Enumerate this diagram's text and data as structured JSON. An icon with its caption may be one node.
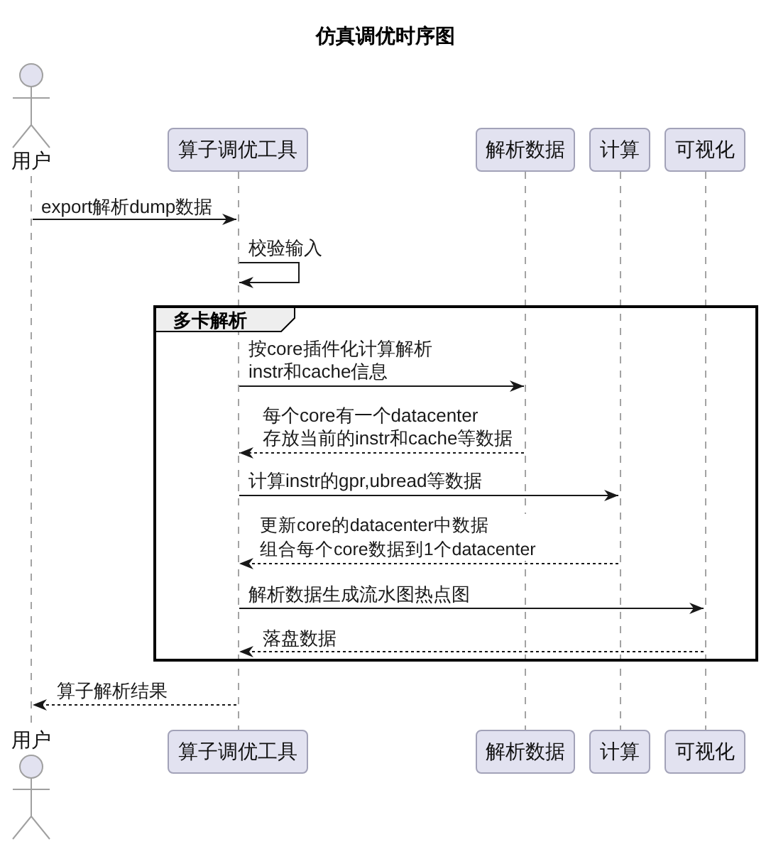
{
  "diagram": {
    "title": "仿真调优时序图",
    "nodes": [
      {
        "text": [
          "用户"
        ]
      },
      {
        "text": [
          "算子调优工具"
        ]
      },
      {
        "text": [
          "解析数据"
        ]
      },
      {
        "text": [
          "计算"
        ]
      },
      {
        "text": [
          "可视化"
        ]
      },
      {
        "text": [],
        "shape": "line"
      },
      {
        "text": [],
        "shape": "line"
      },
      {
        "text": [],
        "shape": "line"
      },
      {
        "text": [],
        "shape": "line"
      },
      {
        "text": [],
        "shape": "line"
      },
      {
        "text": [
          "多卡解析"
        ]
      },
      {
        "text": [
          "用户"
        ]
      },
      {
        "text": [
          "算子调优工具"
        ]
      },
      {
        "text": [
          "解析数据"
        ]
      },
      {
        "text": [
          "计算"
        ]
      },
      {
        "text": [
          "可视化"
        ]
      }
    ],
    "edges": [
      {
        "from": 5,
        "to": 6,
        "label": "export解析dump数据",
        "arrow": "to"
      },
      {
        "from": 6,
        "to": 6,
        "label": "校验输入",
        "arrow": "to"
      },
      {
        "from": 6,
        "to": 7,
        "label": "按core插件化计算解析instr和cache信息",
        "arrow": "to"
      },
      {
        "from": 7,
        "to": 6,
        "label": "每个core有一个datacenter存放当前的instr和cache等数据",
        "arrow": "to",
        "style": "dashed"
      },
      {
        "from": 6,
        "to": 8,
        "label": "计算instr的gpr,ubread等数据",
        "arrow": "to"
      },
      {
        "from": 8,
        "to": 6,
        "label": "更新core的datacenter中数据组合每个core数据到1个datacenter",
        "arrow": "to",
        "style": "dashed"
      },
      {
        "from": 6,
        "to": 9,
        "label": "解析数据生成流水图热点图",
        "arrow": "to"
      },
      {
        "from": 9,
        "to": 6,
        "label": "落盘数据",
        "arrow": "to",
        "style": "dashed"
      },
      {
        "from": 6,
        "to": 5,
        "label": "算子解析结果",
        "arrow": "to",
        "style": "dashed"
      }
    ]
  }
}
